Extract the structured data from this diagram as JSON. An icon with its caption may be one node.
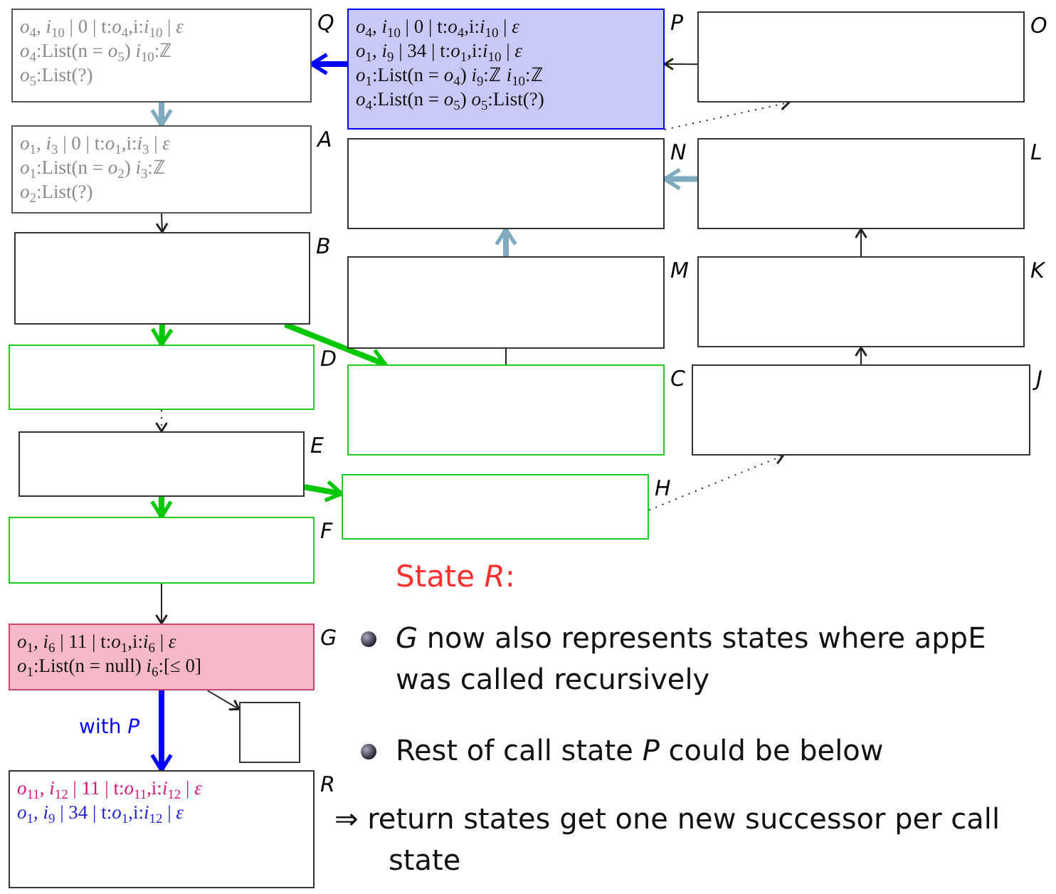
{
  "diagram": {
    "nodes": [
      {
        "text": [
          "*o*$_{4}$, *i*$_{10}$ | 0 | t:*o*$_{4}$,i:*i*$_{10}$ | *ε*",
          "*o*$_{4}$:List(n = *o*$_{5}$)   *i*$_{10}$:ℤ",
          "*o*$_{5}$:List(?)"
        ],
        "beside": [
          "Q"
        ]
      },
      {
        "text": [
          "*o*$_{4}$, *i*$_{10}$ | 0 | t:*o*$_{4}$,i:*i*$_{10}$ | *ε*",
          "*o*$_{1}$, *i*$_{9}$ | 34 | t:*o*$_{1}$,i:*i*$_{10}$ | *ε*",
          "*o*$_{1}$:List(n = *o*$_{4}$)   *i*$_{9}$:ℤ   *i*$_{10}$:ℤ",
          "*o*$_{4}$:List(n = *o*$_{5}$)   *o*$_{5}$:List(?)"
        ],
        "beside": [
          "P"
        ]
      },
      {
        "text": [],
        "shape": "box",
        "beside": [
          "O"
        ]
      },
      {
        "text": [
          "*o*$_{1}$, *i*$_{3}$ | 0 | t:*o*$_{1}$,i:*i*$_{3}$ | *ε*",
          "*o*$_{1}$:List(n = *o*$_{2}$)   *i*$_{3}$:ℤ",
          "*o*$_{2}$:List(?)"
        ],
        "beside": [
          "A"
        ]
      },
      {
        "text": [],
        "shape": "box",
        "beside": [
          "N"
        ]
      },
      {
        "text": [],
        "shape": "box",
        "beside": [
          "L"
        ]
      },
      {
        "text": [],
        "shape": "box",
        "beside": [
          "B"
        ]
      },
      {
        "text": [],
        "shape": "box",
        "beside": [
          "M"
        ]
      },
      {
        "text": [],
        "shape": "box",
        "beside": [
          "K"
        ]
      },
      {
        "text": [],
        "shape": "box",
        "beside": [
          "D"
        ]
      },
      {
        "text": [],
        "shape": "box",
        "beside": [
          "C"
        ]
      },
      {
        "text": [],
        "shape": "box",
        "beside": [
          "J"
        ]
      },
      {
        "text": [],
        "shape": "box",
        "beside": [
          "E"
        ]
      },
      {
        "text": [],
        "shape": "box",
        "beside": [
          "H"
        ]
      },
      {
        "text": [],
        "shape": "box",
        "beside": [
          "F"
        ]
      },
      {
        "text": [
          "*o*$_{1}$, *i*$_{6}$ | 11 | t:*o*$_{1}$,i:*i*$_{6}$ | *ε*",
          "*o*$_{1}$:List(n = null)  *i*$_{6}$:[≤ 0]"
        ],
        "beside": [
          "G"
        ]
      },
      {
        "text": [],
        "shape": "box"
      },
      {
        "text": [
          "*o*$_{11}$, *i*$_{12}$ | 11 | t:*o*$_{11}$,i:*i*$_{12}$ | *ε*",
          "*o*$_{1}$, *i*$_{9}$ | 34 | t:*o*$_{1}$,i:*i*$_{12}$ | *ε*"
        ],
        "beside": [
          "R"
        ]
      }
    ],
    "edges": [
      {
        "from": 1,
        "to": 0,
        "arrow": "to",
        "style": "thick",
        "color": "#0000ff"
      },
      {
        "from": 0,
        "to": 3,
        "arrow": "to",
        "style": "thick",
        "color": "#7fa9bd"
      },
      {
        "from": 3,
        "to": 6,
        "arrow": "to"
      },
      {
        "from": 6,
        "to": 9,
        "arrow": "to",
        "style": "thick",
        "color": "#00c800"
      },
      {
        "from": 6,
        "to": 10,
        "arrow": "to",
        "style": "thick",
        "color": "#00c800"
      },
      {
        "from": 9,
        "to": 12,
        "arrow": "to",
        "style": "dashed"
      },
      {
        "from": 12,
        "to": 14,
        "arrow": "to",
        "style": "thick",
        "color": "#00c800"
      },
      {
        "from": 12,
        "to": 13,
        "arrow": "to",
        "style": "thick",
        "color": "#00c800"
      },
      {
        "from": 14,
        "to": 15,
        "arrow": "to"
      },
      {
        "from": 15,
        "to": 16,
        "arrow": "to"
      },
      {
        "from": 15,
        "to": 17,
        "arrow": "to",
        "style": "thick",
        "color": "#0000ff",
        "label": "with *P*"
      },
      {
        "from": 10,
        "to": 7,
        "arrow": "to"
      },
      {
        "from": 7,
        "to": 4,
        "arrow": "to",
        "style": "thick",
        "color": "#7fa9bd"
      },
      {
        "from": 13,
        "to": 11,
        "arrow": "to",
        "style": "dashed"
      },
      {
        "from": 11,
        "to": 8,
        "arrow": "to"
      },
      {
        "from": 8,
        "to": 5,
        "arrow": "to"
      },
      {
        "from": 5,
        "to": 4,
        "arrow": "to",
        "style": "thick",
        "color": "#7fa9bd"
      },
      {
        "from": 2,
        "to": 1,
        "arrow": "to"
      },
      {
        "from": 1,
        "to": 2,
        "arrow": "to",
        "style": "dashed"
      }
    ],
    "labels": [
      "State *R*:",
      "*G* now also represents states where appE was called recursively",
      "Rest of call state *P* could be below",
      "⇒ return states get one new successor per call state"
    ]
  }
}
